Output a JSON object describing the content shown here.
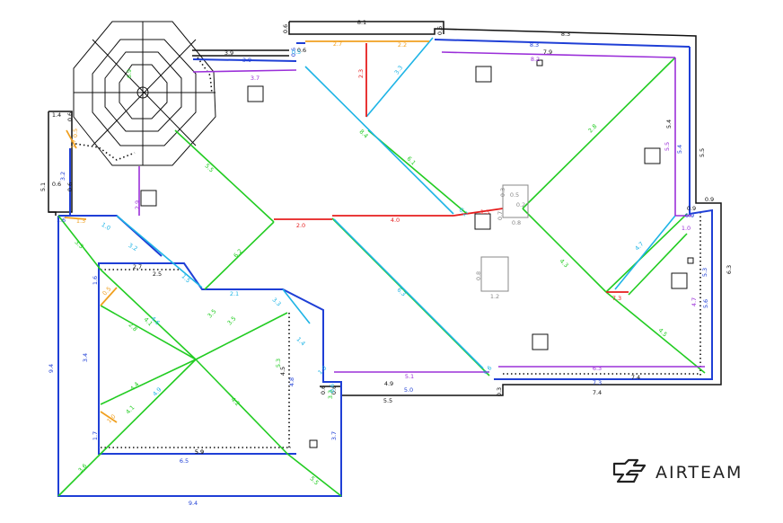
{
  "colors": {
    "outline": "#111111",
    "eave": "#1f3fd6",
    "hip": "#22cc22",
    "valley": "#1eb4e6",
    "ridge": "#e61e1e",
    "rake": "#9b30d9",
    "flashing": "#f0a020",
    "penetration": "#888888"
  },
  "brand": {
    "name": "AIRTEAM",
    "icon": "airteam-logo-icon"
  },
  "labels": {
    "black": [
      "8.3",
      "8.1",
      "0.6",
      "0.6",
      "3.9",
      "0.6",
      "1.4",
      "0.6",
      "0.6",
      "5.1",
      "0.6",
      "7.9",
      "5.4",
      "5.5",
      "0.9",
      "0.9",
      "6.3",
      "4.9",
      "7.4",
      "7.4",
      "0.3",
      "0.6",
      "5.5",
      "2.7",
      "2.5",
      "4.5",
      "5.9",
      "0.6",
      "5.9"
    ],
    "blue": [
      "8.3",
      "3.9",
      "0.6",
      "3.2",
      "1.6",
      "5.4",
      "0.9",
      "5.3",
      "5.6",
      "7.3",
      "5.0",
      "9.4",
      "9.4",
      "3.4",
      "1.6",
      "1.7",
      "6.5",
      "3.7",
      "4.8"
    ],
    "green": [
      "3.3",
      "5.5",
      "6.9",
      "8.4",
      "6.1",
      "2.8",
      "6.2",
      "4.3",
      "4.5",
      "4.1",
      "2.8",
      "3.5",
      "4.4",
      "4.1",
      "4.2",
      "3.5",
      "5.3",
      "3.6",
      "5.5",
      "3.3"
    ],
    "cyan": [
      "1.0",
      "3.2",
      "2.1",
      "6.3",
      "0.5",
      "1.0",
      "0.6",
      "0.6",
      "4.7",
      "3.3",
      "1.5",
      "3.3",
      "1.4",
      "6.2",
      "4.6",
      "4.9"
    ],
    "red": [
      "2.3",
      "2.0",
      "4.0",
      "1.3",
      "7.3"
    ],
    "purple": [
      "3.7",
      "8.2",
      "2.9",
      "5.5",
      "1.0",
      "4.7",
      "6.3",
      "5.1"
    ],
    "orange": [
      "2.7",
      "2.2",
      "0.5",
      "0.5",
      "1.0",
      "1.3",
      "1.7"
    ],
    "gray": [
      "0.5",
      "0.2",
      "0.8",
      "0.7",
      "0.3",
      "1.2",
      "0.8"
    ]
  }
}
